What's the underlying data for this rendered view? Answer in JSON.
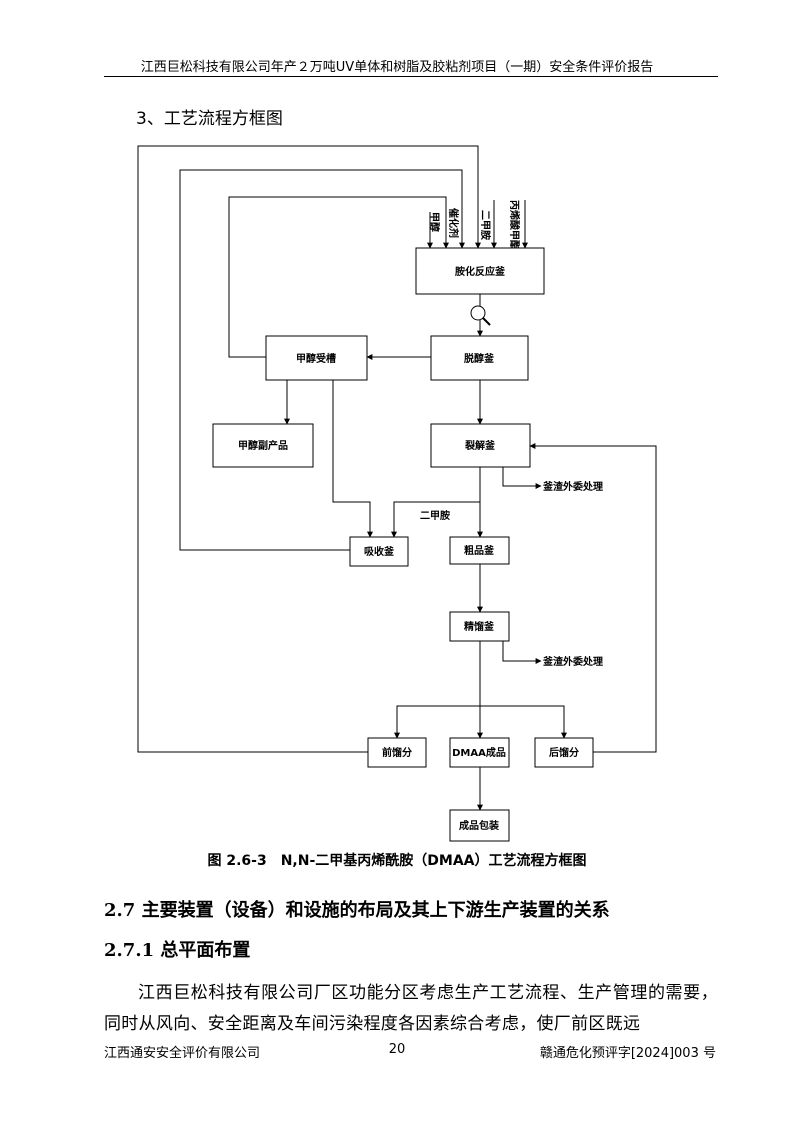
{
  "header": {
    "title": "江西巨松科技有限公司年产２万吨UV单体和树脂及胶粘剂项目（一期）安全条件评价报告"
  },
  "section": {
    "heading": "3、工艺流程方框图"
  },
  "diagram": {
    "inputs": {
      "in1": "甲醇",
      "in2": "催化剂",
      "in3": "二甲胺",
      "in4": "丙烯酸甲酯"
    },
    "boxes": {
      "reactor": "胺化反应釜",
      "methanol_receiver": "甲醇受槽",
      "dealcohol": "脱醇釜",
      "methanol_byproduct": "甲醇副产品",
      "cracking": "裂解釜",
      "absorber": "吸收釜",
      "crude": "粗品釜",
      "distill": "精馏釜",
      "front": "前馏分",
      "product": "DMAA成品",
      "back": "后馏分",
      "packaging": "成品包装"
    },
    "labels": {
      "dimethylamine": "二甲胺",
      "residue1": "釜渣外委处理",
      "residue2": "釜渣外委处理"
    },
    "caption": "图 2.6-3　N,N-二甲基丙烯酰胺（DMAA）工艺流程方框图"
  },
  "body": {
    "h2": "2.7 主要装置（设备）和设施的布局及其上下游生产装置的关系",
    "h3": "2.7.1 总平面布置",
    "paragraph": "江西巨松科技有限公司厂区功能分区考虑生产工艺流程、生产管理的需要，同时从风向、安全距离及车间污染程度各因素综合考虑，使厂前区既远"
  },
  "footer": {
    "left": "江西通安安全评价有限公司",
    "page": "20",
    "right": "赣通危化预评字[2024]003 号"
  }
}
